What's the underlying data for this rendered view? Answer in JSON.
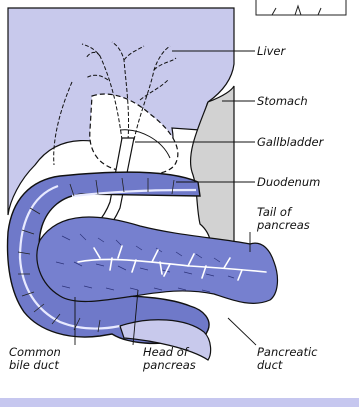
{
  "diagram": {
    "labels": {
      "liver": "Liver",
      "stomach": "Stomach",
      "gallbladder": "Gallbladder",
      "duodenum": "Duodenum",
      "tail_of_pancreas_line1": "Tail of",
      "tail_of_pancreas_line2": "pancreas",
      "common_bile_duct_line1": "Common",
      "common_bile_duct_line2": "bile duct",
      "head_of_pancreas_line1": "Head of",
      "head_of_pancreas_line2": "pancreas",
      "pancreatic_duct_line1": "Pancreatic",
      "pancreatic_duct_line2": "duct"
    },
    "colors": {
      "liver_fill": "#c8c9ec",
      "stomach_fill": "#d2d2d2",
      "duodenum_fill": "#6f79c9",
      "pancreas_fill": "#7680cf",
      "outline": "#111111",
      "accent_bar": "#c6c7ef"
    }
  }
}
